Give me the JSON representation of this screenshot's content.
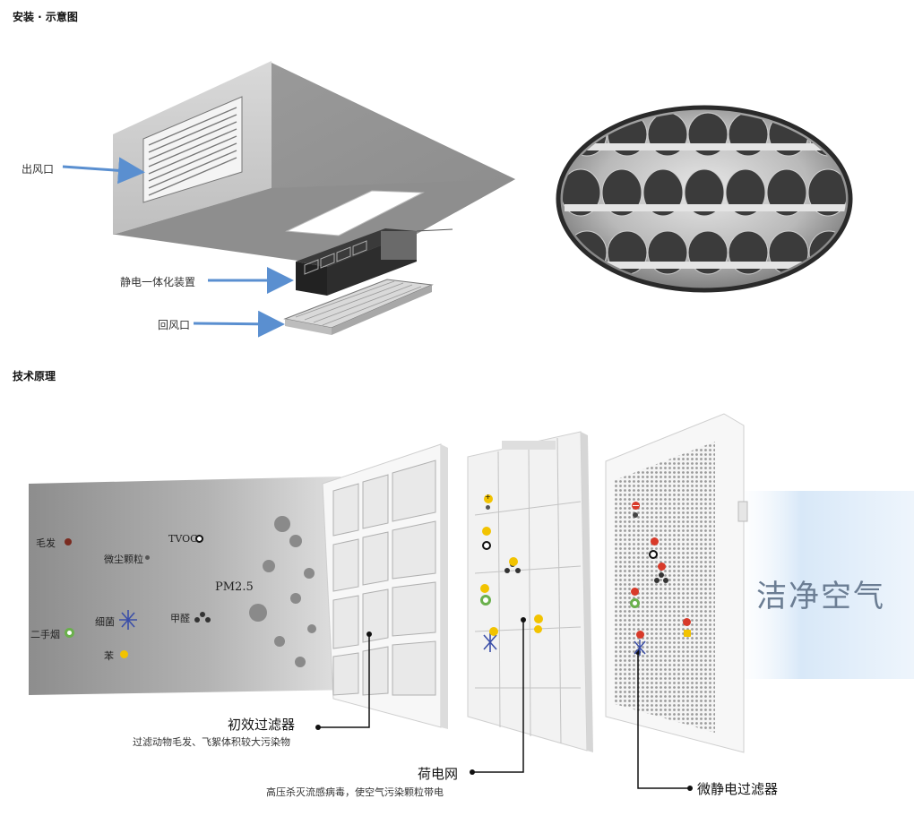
{
  "sections": {
    "install_title": "安装 · 示意图",
    "principle_title": "技术原理"
  },
  "install": {
    "labels": {
      "outlet": "出风口",
      "device": "静电一体化装置",
      "return": "回风口"
    }
  },
  "pollutants": {
    "hair": "毛发",
    "dust": "微尘颗粒",
    "tvoc": "TVOC",
    "pm25": "PM2.5",
    "smoke": "二手烟",
    "bacteria": "细菌",
    "formaldehyde": "甲醛",
    "benzene": "苯"
  },
  "filters": {
    "primary": {
      "title": "初效过滤器",
      "desc": "过滤动物毛发、飞絮体积较大污染物"
    },
    "charged": {
      "title": "荷电网",
      "desc": "高压杀灭流感病毒，使空气污染颗粒带电"
    },
    "electrostatic": {
      "title": "微静电过滤器"
    }
  },
  "result": {
    "clean_air": "洁净空气"
  },
  "colors": {
    "arrow_blue": "#5a8fd0",
    "smoke_gray": "#9a9a9a",
    "clean_blue": "#cfe2f7",
    "positive_yellow": "#f2c300",
    "negative_red": "#d83a2a",
    "green": "#6ab04c"
  }
}
